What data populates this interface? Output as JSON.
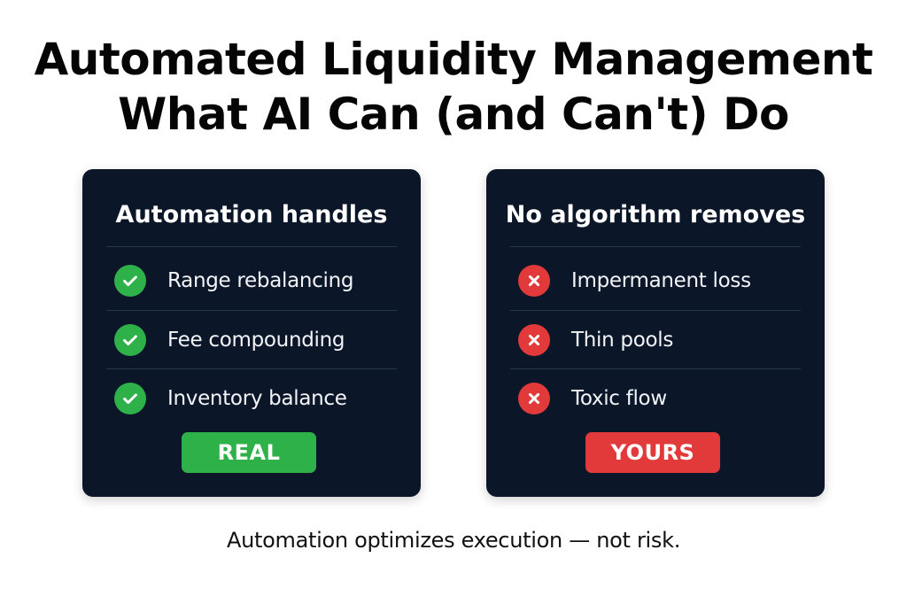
{
  "title": {
    "line1": "Automated Liquidity Management",
    "line2": "What AI Can (and Can't) Do"
  },
  "left_card": {
    "heading": "Automation handles",
    "items": [
      {
        "label": "Range rebalancing",
        "icon": "check-icon"
      },
      {
        "label": "Fee compounding",
        "icon": "check-icon"
      },
      {
        "label": "Inventory balance",
        "icon": "check-icon"
      }
    ],
    "badge": "REAL",
    "accent": "#2fb14a"
  },
  "right_card": {
    "heading": "No algorithm removes",
    "items": [
      {
        "label": "Impermanent loss",
        "icon": "x-icon"
      },
      {
        "label": "Thin pools",
        "icon": "x-icon"
      },
      {
        "label": "Toxic flow",
        "icon": "x-icon"
      }
    ],
    "badge": "YOURS",
    "accent": "#e23a3a"
  },
  "footer": "Automation optimizes execution — not risk.",
  "colors": {
    "card_background": "#0b1628",
    "divider": "#26374f",
    "page_background": "#ffffff"
  }
}
